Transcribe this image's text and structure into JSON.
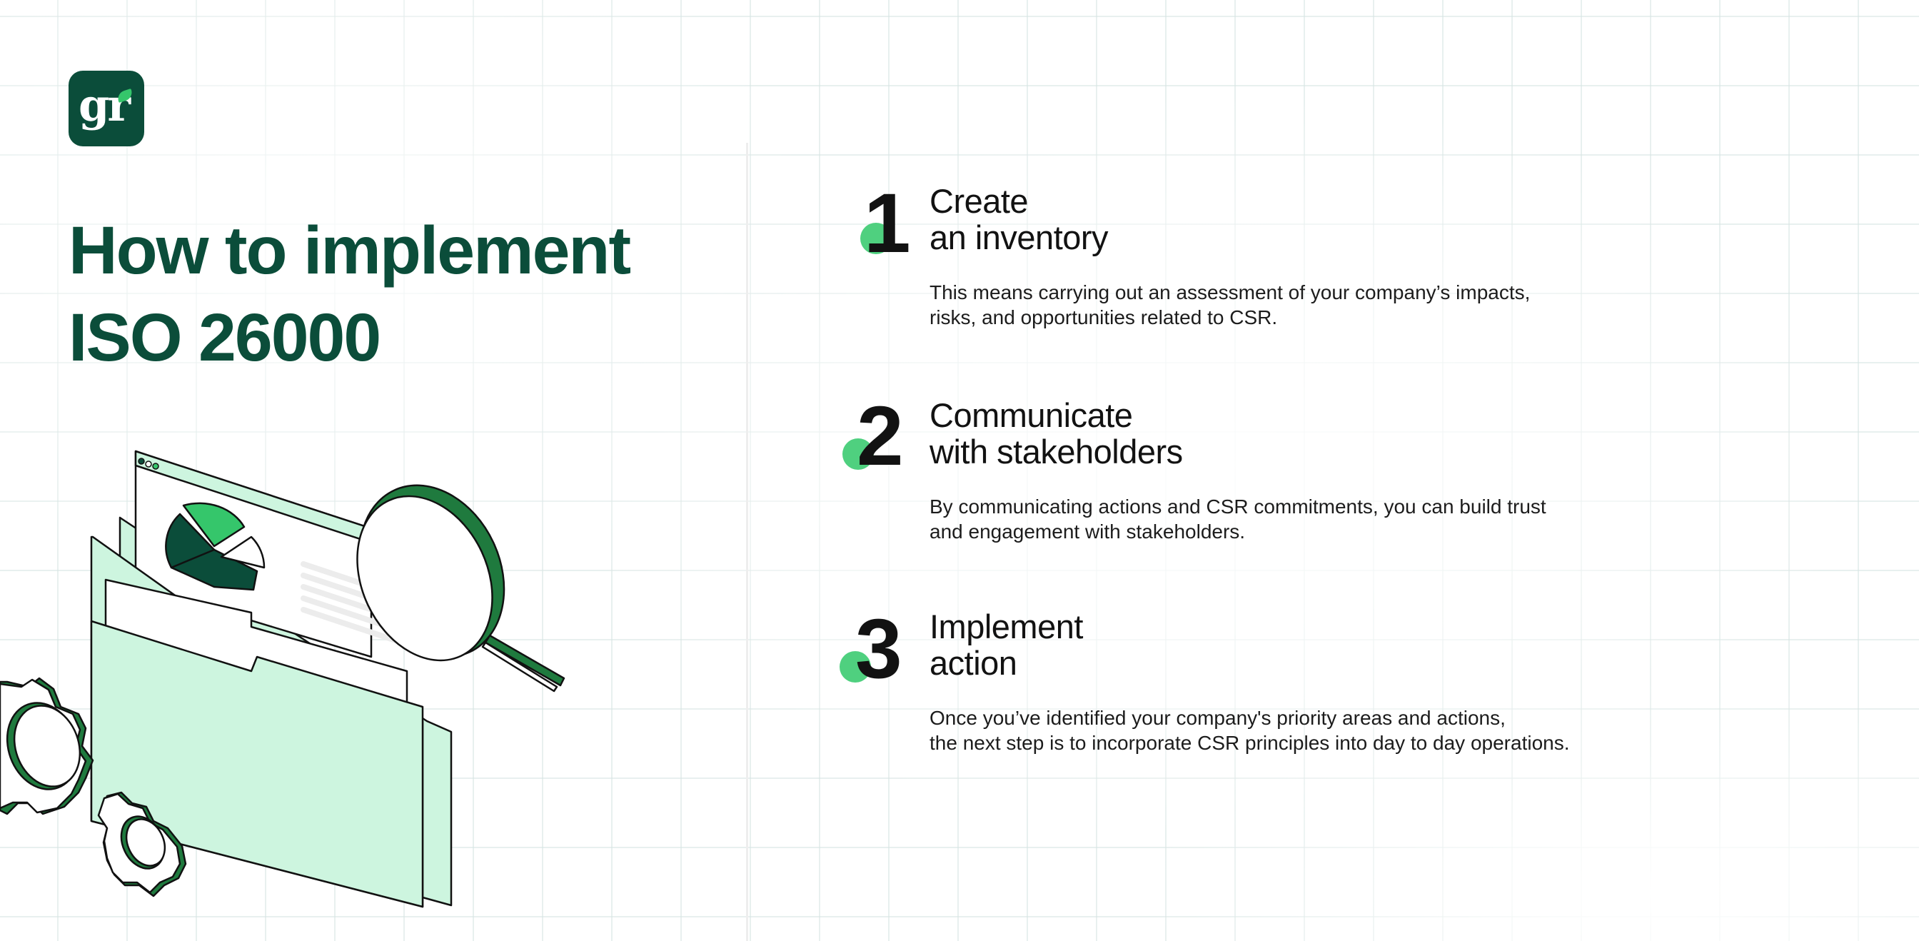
{
  "brand": {
    "logo_text": "gr",
    "logo_bg": "#0b4d3a",
    "leaf_color": "#35c66b"
  },
  "heading": {
    "line1": "How to implement",
    "line2": "ISO 26000",
    "color": "#0b4d3a"
  },
  "steps": [
    {
      "number": "1",
      "title_line1": "Create",
      "title_line2": "an inventory",
      "desc_line1": "This means carrying out an assessment of your company’s impacts,",
      "desc_line2": "risks, and opportunities related to CSR."
    },
    {
      "number": "2",
      "title_line1": "Communicate",
      "title_line2": "with stakeholders",
      "desc_line1": "By communicating actions and CSR commitments, you can build trust",
      "desc_line2": "and engagement with stakeholders."
    },
    {
      "number": "3",
      "title_line1": "Implement",
      "title_line2": "action",
      "desc_line1": "Once you’ve identified your company's priority areas and actions,",
      "desc_line2": "the next step is to incorporate CSR principles into day to day operations."
    }
  ],
  "illustration": {
    "icons": [
      "folder-icon",
      "browser-window-icon",
      "pie-chart-icon",
      "magnifying-glass-icon",
      "gear-icon-large",
      "gear-icon-small"
    ],
    "colors": {
      "mint": "#cdf5df",
      "dark_green": "#0b4d3a",
      "bright_green": "#35c66b",
      "accent_green": "#1f7a3e"
    }
  },
  "accent_dot_color": "#4fd07f"
}
